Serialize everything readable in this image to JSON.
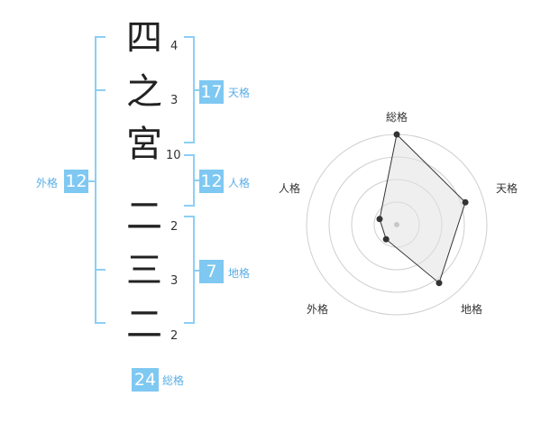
{
  "name": {
    "characters": [
      {
        "char": "四",
        "strokes": "4"
      },
      {
        "char": "之",
        "strokes": "3"
      },
      {
        "char": "宮",
        "strokes": "10"
      },
      {
        "char": "二",
        "strokes": "2"
      },
      {
        "char": "三",
        "strokes": "3"
      },
      {
        "char": "二",
        "strokes": "2"
      }
    ]
  },
  "fortunes": {
    "tenkaku": {
      "value": "17",
      "label": "天格"
    },
    "jinkaku": {
      "value": "12",
      "label": "人格"
    },
    "chikaku": {
      "value": "7",
      "label": "地格"
    },
    "gaikaku": {
      "value": "12",
      "label": "外格"
    },
    "soukaku": {
      "value": "24",
      "label": "総格"
    }
  },
  "colors": {
    "accent": "#7ec8f2",
    "label": "#5aaee6",
    "bracket": "#8ccff5"
  },
  "chart_data": {
    "type": "radar",
    "axes": [
      "総格",
      "天格",
      "地格",
      "外格",
      "人格"
    ],
    "values": [
      1.0,
      0.8,
      0.8,
      0.2,
      0.2
    ],
    "rmax": 1.0,
    "rings": 4
  }
}
